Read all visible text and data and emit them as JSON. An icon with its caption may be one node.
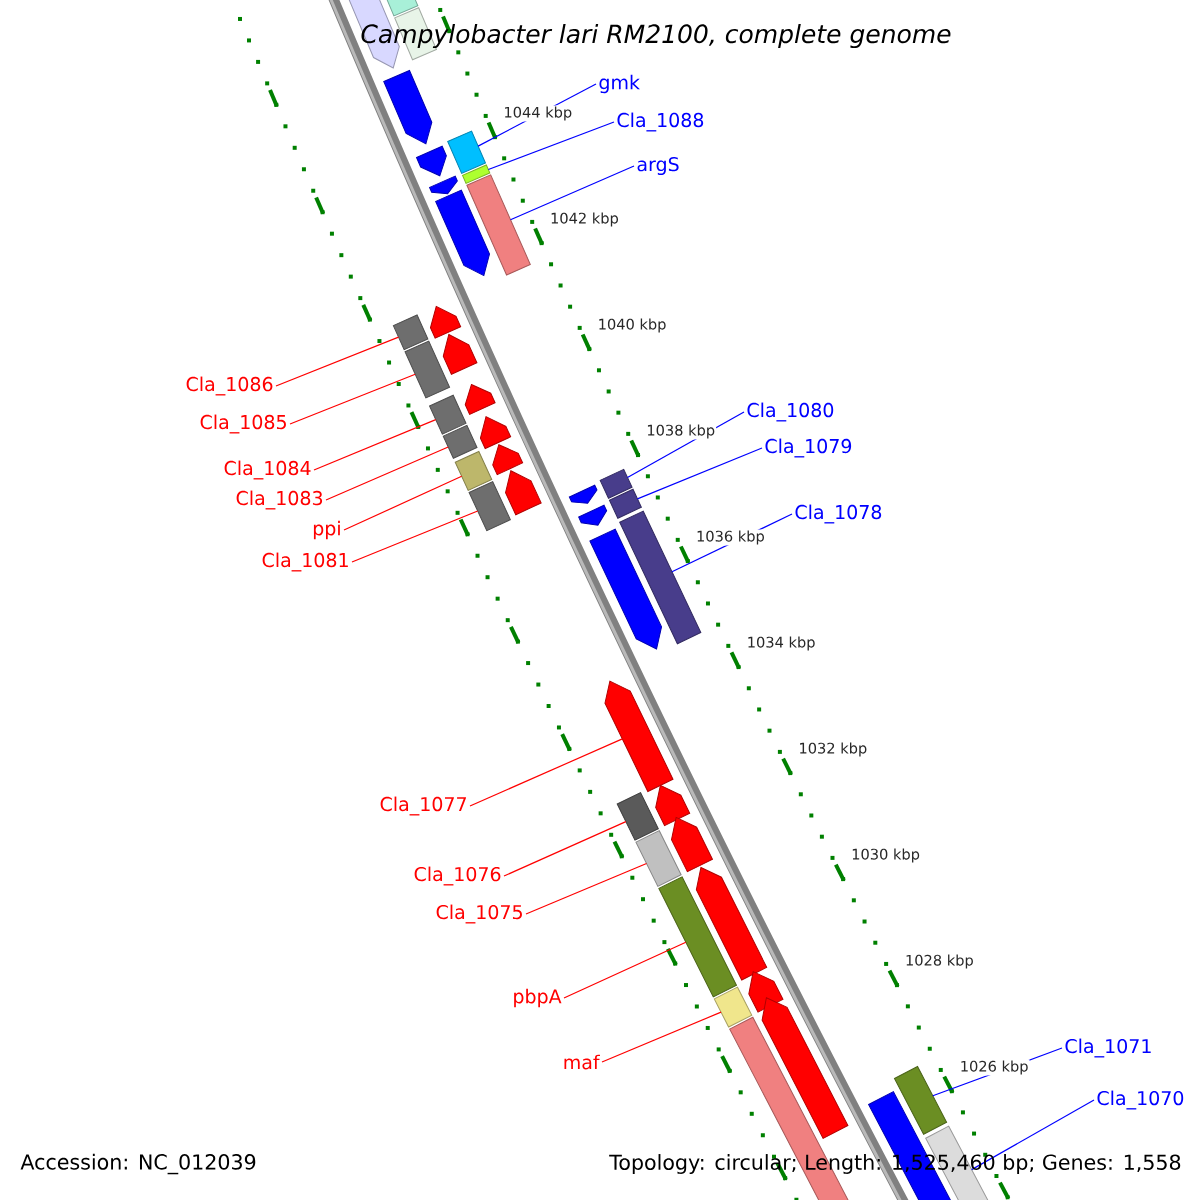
{
  "diagram": {
    "title": "Campylobacter lari RM2100, complete genome",
    "nodes": [
      {
        "text": [
          "gmk"
        ]
      },
      {
        "text": [
          "Cla_1088"
        ]
      },
      {
        "text": [
          "argS"
        ]
      },
      {
        "text": [
          "Cla_1086"
        ]
      },
      {
        "text": [
          "Cla_1085"
        ]
      },
      {
        "text": [
          "Cla_1084"
        ]
      },
      {
        "text": [
          "Cla_1083"
        ]
      },
      {
        "text": [
          "ppi"
        ]
      },
      {
        "text": [
          "Cla_1081"
        ]
      },
      {
        "text": [
          "Cla_1080"
        ]
      },
      {
        "text": [
          "Cla_1079"
        ]
      },
      {
        "text": [
          "Cla_1078"
        ]
      },
      {
        "text": [
          "Cla_1077"
        ]
      },
      {
        "text": [
          "Cla_1076"
        ]
      },
      {
        "text": [
          "Cla_1075"
        ]
      },
      {
        "text": [
          "pbpA"
        ]
      },
      {
        "text": [
          "maf"
        ]
      },
      {
        "text": [
          "Cla_1071"
        ]
      },
      {
        "text": [
          "Cla_1070"
        ]
      },
      {
        "text": [],
        "shape": "box"
      },
      {
        "text": [],
        "shape": "box"
      },
      {
        "text": [],
        "shape": "box"
      },
      {
        "text": [],
        "shape": "box"
      },
      {
        "text": [],
        "shape": "box"
      },
      {
        "text": [],
        "shape": "box"
      },
      {
        "text": [],
        "shape": "box"
      },
      {
        "text": [],
        "shape": "box"
      },
      {
        "text": [],
        "shape": "box"
      },
      {
        "text": [],
        "shape": "box"
      },
      {
        "text": [],
        "shape": "box"
      },
      {
        "text": [],
        "shape": "box"
      },
      {
        "text": [],
        "shape": "arrow"
      },
      {
        "text": [],
        "shape": "box"
      },
      {
        "text": [],
        "shape": "box"
      },
      {
        "text": [],
        "shape": "box"
      },
      {
        "text": [],
        "shape": "box"
      },
      {
        "text": [],
        "shape": "box"
      },
      {
        "text": [],
        "shape": "box"
      }
    ],
    "edges": [
      {
        "from": 0,
        "to": 19,
        "arrow": "none",
        "color": "#0000ff"
      },
      {
        "from": 1,
        "to": 20,
        "arrow": "none",
        "color": "#0000ff"
      },
      {
        "from": 2,
        "to": 21,
        "arrow": "none",
        "color": "#0000ff"
      },
      {
        "from": 3,
        "to": 22,
        "arrow": "none"
      },
      {
        "from": 4,
        "to": 23,
        "arrow": "none"
      },
      {
        "from": 5,
        "to": 24,
        "arrow": "none"
      },
      {
        "from": 6,
        "to": 25,
        "arrow": "none"
      },
      {
        "from": 7,
        "to": 26,
        "arrow": "none"
      },
      {
        "from": 8,
        "to": 27,
        "arrow": "none"
      },
      {
        "from": 9,
        "to": 28,
        "arrow": "none",
        "color": "#0000ff"
      },
      {
        "from": 10,
        "to": 29,
        "arrow": "none",
        "color": "#0000ff"
      },
      {
        "from": 11,
        "to": 30,
        "arrow": "none",
        "color": "#0000ff"
      },
      {
        "from": 12,
        "to": 31,
        "arrow": "none"
      },
      {
        "from": 13,
        "to": 32,
        "arrow": "none"
      },
      {
        "from": 14,
        "to": 33,
        "arrow": "none"
      },
      {
        "from": 15,
        "to": 34,
        "arrow": "none"
      },
      {
        "from": 16,
        "to": 35,
        "arrow": "none"
      },
      {
        "from": 17,
        "to": 36,
        "arrow": "none",
        "color": "#0000ff"
      },
      {
        "from": 18,
        "to": 37,
        "arrow": "none",
        "color": "#0000ff"
      }
    ],
    "labels": [
      "1044 kbp",
      "1042 kbp",
      "1040 kbp",
      "1038 kbp",
      "1036 kbp",
      "1034 kbp",
      "1032 kbp",
      "1030 kbp",
      "1028 kbp",
      "1026 kbp",
      "Accession: NC_012039",
      "Topology: circular; Length: 1,525,460 bp; Genes: 1,558"
    ]
  }
}
